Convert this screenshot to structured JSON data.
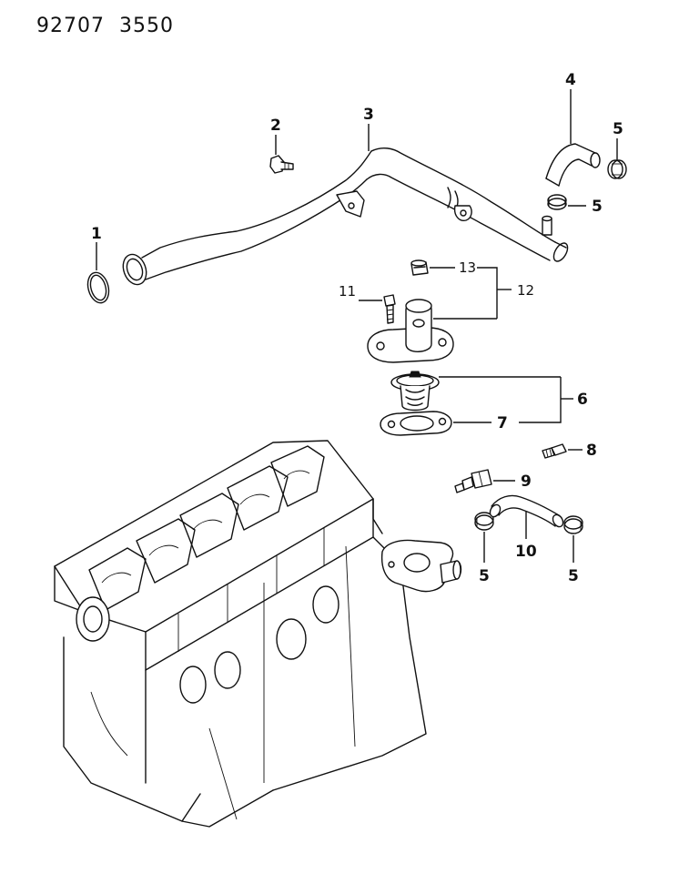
{
  "document": {
    "header_code": "92707  3550"
  },
  "callouts": {
    "p1": "1",
    "p2": "2",
    "p3": "3",
    "p4": "4",
    "p5_top": "5",
    "p5_mid": "5",
    "p5_lower_left": "5",
    "p5_lower_right": "5",
    "p6": "6",
    "p7": "7",
    "p8": "8",
    "p9": "9",
    "p10": "10",
    "p11": "11",
    "p12": "12",
    "p13": "13"
  },
  "colors": {
    "ink": "#111111",
    "paper": "#ffffff"
  }
}
